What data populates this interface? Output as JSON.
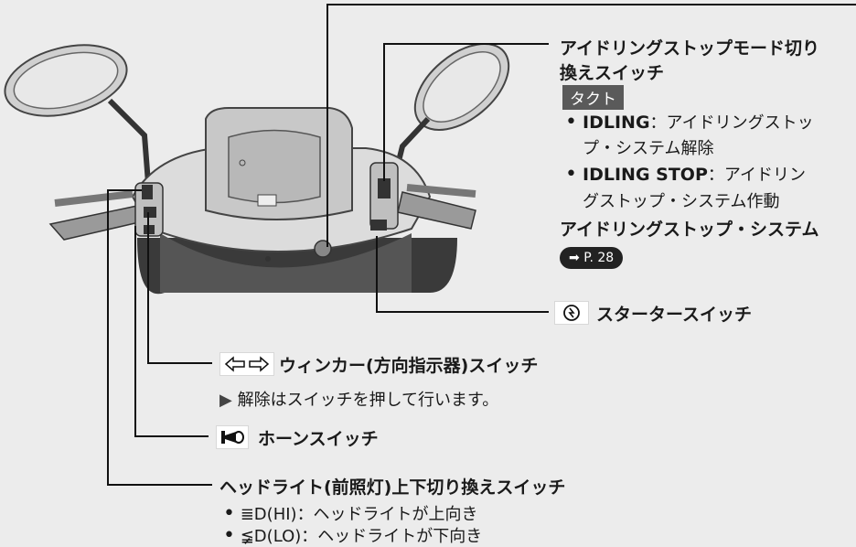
{
  "idling": {
    "title_line1": "アイドリングストップモード切り",
    "title_line2": "換えスイッチ",
    "model_tag": "タクト",
    "items": [
      {
        "key": "IDLING",
        "desc_line1": "：アイドリングストッ",
        "desc_line2": "プ・システム解除"
      },
      {
        "key": "IDLING STOP",
        "desc_line1": "：アイドリン",
        "desc_line2": "グストップ・システム作動"
      }
    ],
    "system_ref_label": "アイドリングストップ・システム",
    "page_ref": "P. 28"
  },
  "starter": {
    "label": "スタータースイッチ",
    "icon": "starter-icon"
  },
  "winker": {
    "label": "ウィンカー(方向指示器)スイッチ",
    "note": "解除はスイッチを押して行います。",
    "icon": "turn-signal-icon"
  },
  "horn": {
    "label": "ホーンスイッチ",
    "icon": "horn-icon"
  },
  "headlight": {
    "label": "ヘッドライト(前照灯)上下切り換えスイッチ",
    "items": [
      {
        "mode": "(HI)",
        "desc": "：ヘッドライトが上向き"
      },
      {
        "mode": "(LO)",
        "desc": "：ヘッドライトが下向き"
      }
    ]
  }
}
